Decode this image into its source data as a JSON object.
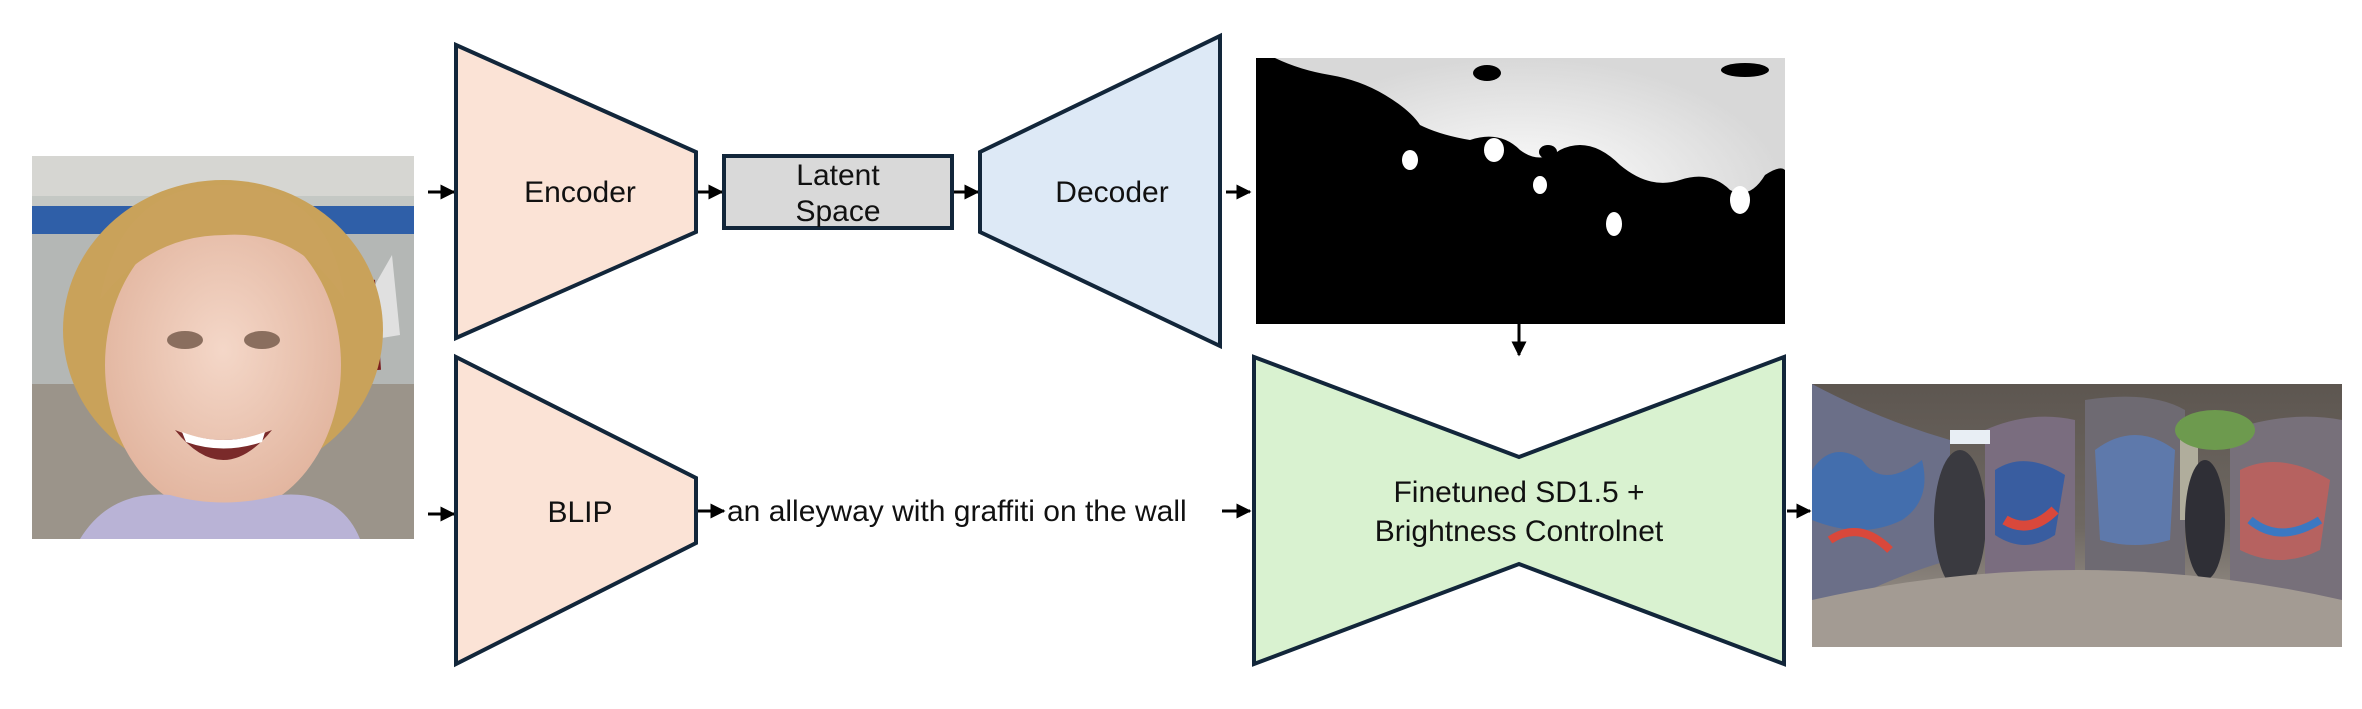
{
  "blocks": {
    "encoder": {
      "label": "Encoder",
      "fill": "#fbe3d6"
    },
    "latent": {
      "line1": "Latent",
      "line2": "Space",
      "fill": "#d9d9d9"
    },
    "decoder": {
      "label": "Decoder",
      "fill": "#dde9f6"
    },
    "blip": {
      "label": "BLIP",
      "fill": "#fbe3d6"
    },
    "sd": {
      "line1": "Finetuned SD1.5 +",
      "line2": "Brightness Controlnet",
      "fill": "#d9f2d0"
    }
  },
  "caption": "an alleyway with graffiti on the wall",
  "colors": {
    "stroke": "#12263a",
    "arrow": "#000000"
  }
}
